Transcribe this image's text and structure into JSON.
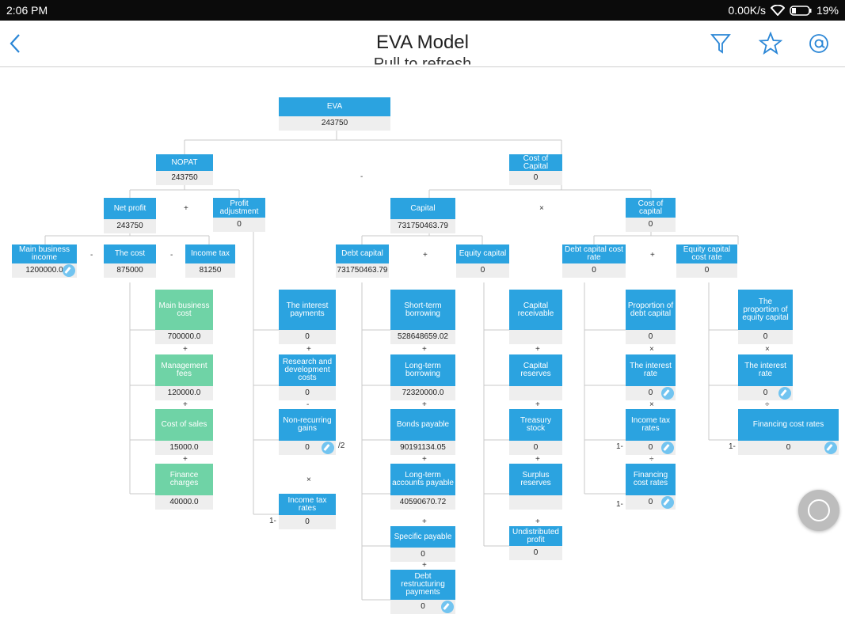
{
  "status_bar": {
    "time": "2:06 PM",
    "speed": "0.00K/s",
    "battery": "19%"
  },
  "app_bar": {
    "title": "EVA Model",
    "icons": [
      "back-icon",
      "filter-icon",
      "star-icon",
      "at-icon"
    ]
  },
  "pull_text": "Pull to refresh",
  "nodes": [
    {
      "id": "eva",
      "label": "EVA",
      "value": "243750"
    },
    {
      "id": "nopat",
      "label": "NOPAT",
      "value": "243750"
    },
    {
      "id": "coc",
      "label": "Cost of Capital",
      "value": "0"
    },
    {
      "id": "netprofit",
      "label": "Net profit",
      "value": "243750"
    },
    {
      "id": "profadj",
      "label": "Profit adjustment",
      "value": "0"
    },
    {
      "id": "capital",
      "label": "Capital",
      "value": "731750463.79"
    },
    {
      "id": "costcap",
      "label": "Cost of capital",
      "value": "0"
    },
    {
      "id": "mbi",
      "label": "Main business income",
      "value": "1200000.0"
    },
    {
      "id": "thecost",
      "label": "The cost",
      "value": "875000"
    },
    {
      "id": "incometax",
      "label": "Income tax",
      "value": "81250"
    },
    {
      "id": "debtcap",
      "label": "Debt capital",
      "value": "731750463.79"
    },
    {
      "id": "equitycap",
      "label": "Equity capital",
      "value": "0"
    },
    {
      "id": "dccr",
      "label": "Debt capital cost rate",
      "value": "0"
    },
    {
      "id": "eccr",
      "label": "Equity capital cost rate",
      "value": "0"
    },
    {
      "id": "mbc",
      "label": "Main business cost",
      "value": "700000.0"
    },
    {
      "id": "mgmt",
      "label": "Management fees",
      "value": "120000.0"
    },
    {
      "id": "cos",
      "label": "Cost of sales",
      "value": "15000.0"
    },
    {
      "id": "finch",
      "label": "Finance charges",
      "value": "40000.0"
    },
    {
      "id": "intpay",
      "label": "The interest payments",
      "value": "0"
    },
    {
      "id": "rnd",
      "label": "Research and development costs",
      "value": "0"
    },
    {
      "id": "nrg",
      "label": "Non-recurring gains",
      "value": "0"
    },
    {
      "id": "itr",
      "label": "Income tax rates",
      "value": "0"
    },
    {
      "id": "stb",
      "label": "Short-term borrowing",
      "value": "528648659.02"
    },
    {
      "id": "ltb",
      "label": "Long-term borrowing",
      "value": "72320000.0"
    },
    {
      "id": "bonds",
      "label": "Bonds payable",
      "value": "90191134.05"
    },
    {
      "id": "ltap",
      "label": "Long-term accounts payable",
      "value": "40590670.72"
    },
    {
      "id": "specpay",
      "label": "Specific payable",
      "value": "0"
    },
    {
      "id": "drp",
      "label": "Debt restructuring payments",
      "value": "0"
    },
    {
      "id": "capr",
      "label": "Capital receivable",
      "value": ""
    },
    {
      "id": "capres",
      "label": "Capital reserves",
      "value": ""
    },
    {
      "id": "treas",
      "label": "Treasury stock",
      "value": "0"
    },
    {
      "id": "surplus",
      "label": "Surplus reserves",
      "value": ""
    },
    {
      "id": "undist",
      "label": "Undistributed profit",
      "value": "0"
    },
    {
      "id": "pdc",
      "label": "Proportion of debt capital",
      "value": "0"
    },
    {
      "id": "intrate1",
      "label": "The interest rate",
      "value": "0"
    },
    {
      "id": "itr2",
      "label": "Income tax rates",
      "value": "0"
    },
    {
      "id": "fcr1",
      "label": "Financing cost rates",
      "value": "0"
    },
    {
      "id": "pec",
      "label": "The proportion of equity capital",
      "value": "0"
    },
    {
      "id": "intrate2",
      "label": "The interest rate",
      "value": "0"
    },
    {
      "id": "fcr2",
      "label": "Financing cost rates",
      "value": "0"
    }
  ],
  "operators": {
    "eva_minus": "-",
    "np_plus": "+",
    "cap_times": "×",
    "mbi_minus": "-",
    "cost_minus": "-",
    "debt_plus": "+",
    "dccr_plus": "+",
    "mbc_plus": "+",
    "mgmt_plus": "+",
    "cos_plus": "+",
    "int_plus": "+",
    "rnd_minus": "-",
    "nrg_times": "×",
    "stb_plus": "+",
    "ltb_plus": "+",
    "bonds_plus": "+",
    "ltap_plus": "+",
    "spec_plus": "+",
    "capr_plus": "+",
    "capres_plus": "+",
    "treas_plus": "+",
    "surplus_plus": "+",
    "pdc_times": "×",
    "ir1_times": "×",
    "itr2_div": "÷",
    "pec_times": "×",
    "ir2_div": "÷",
    "nrg_div2": "/2",
    "one_minus_itr": "1-",
    "one_minus_itr2": "1-",
    "one_minus_fcr1": "1-",
    "one_minus_fcr2": "1-"
  }
}
